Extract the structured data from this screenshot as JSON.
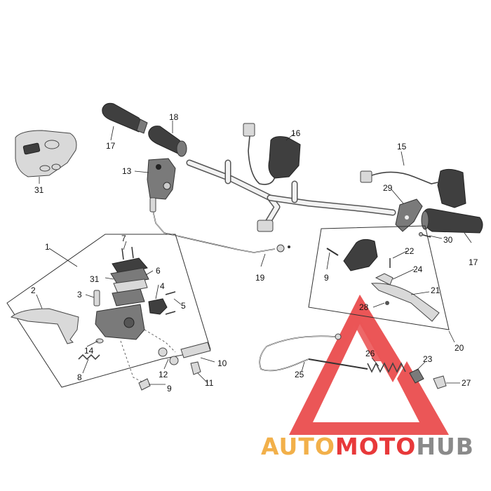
{
  "callouts": {
    "c1": "1",
    "c2": "2",
    "c3": "3",
    "c4": "4",
    "c5": "5",
    "c6": "6",
    "c7": "7",
    "c8": "8",
    "c9a": "9",
    "c9b": "9",
    "c10": "10",
    "c11": "11",
    "c12": "12",
    "c13": "13",
    "c14": "14",
    "c15": "15",
    "c16": "16",
    "c17a": "17",
    "c17b": "17",
    "c18": "18",
    "c19": "19",
    "c20": "20",
    "c21": "21",
    "c22": "22",
    "c23": "23",
    "c24": "24",
    "c25": "25",
    "c26": "26",
    "c27": "27",
    "c28": "28",
    "c29": "29",
    "c30": "30",
    "c31a": "31",
    "c31b": "31"
  },
  "watermark": {
    "part1": "AUTO",
    "part2": "MOTO",
    "part3": "HUB",
    "color_orange": "#f2b04a",
    "color_red": "#e8393a",
    "color_gray": "#8a8a8a"
  }
}
